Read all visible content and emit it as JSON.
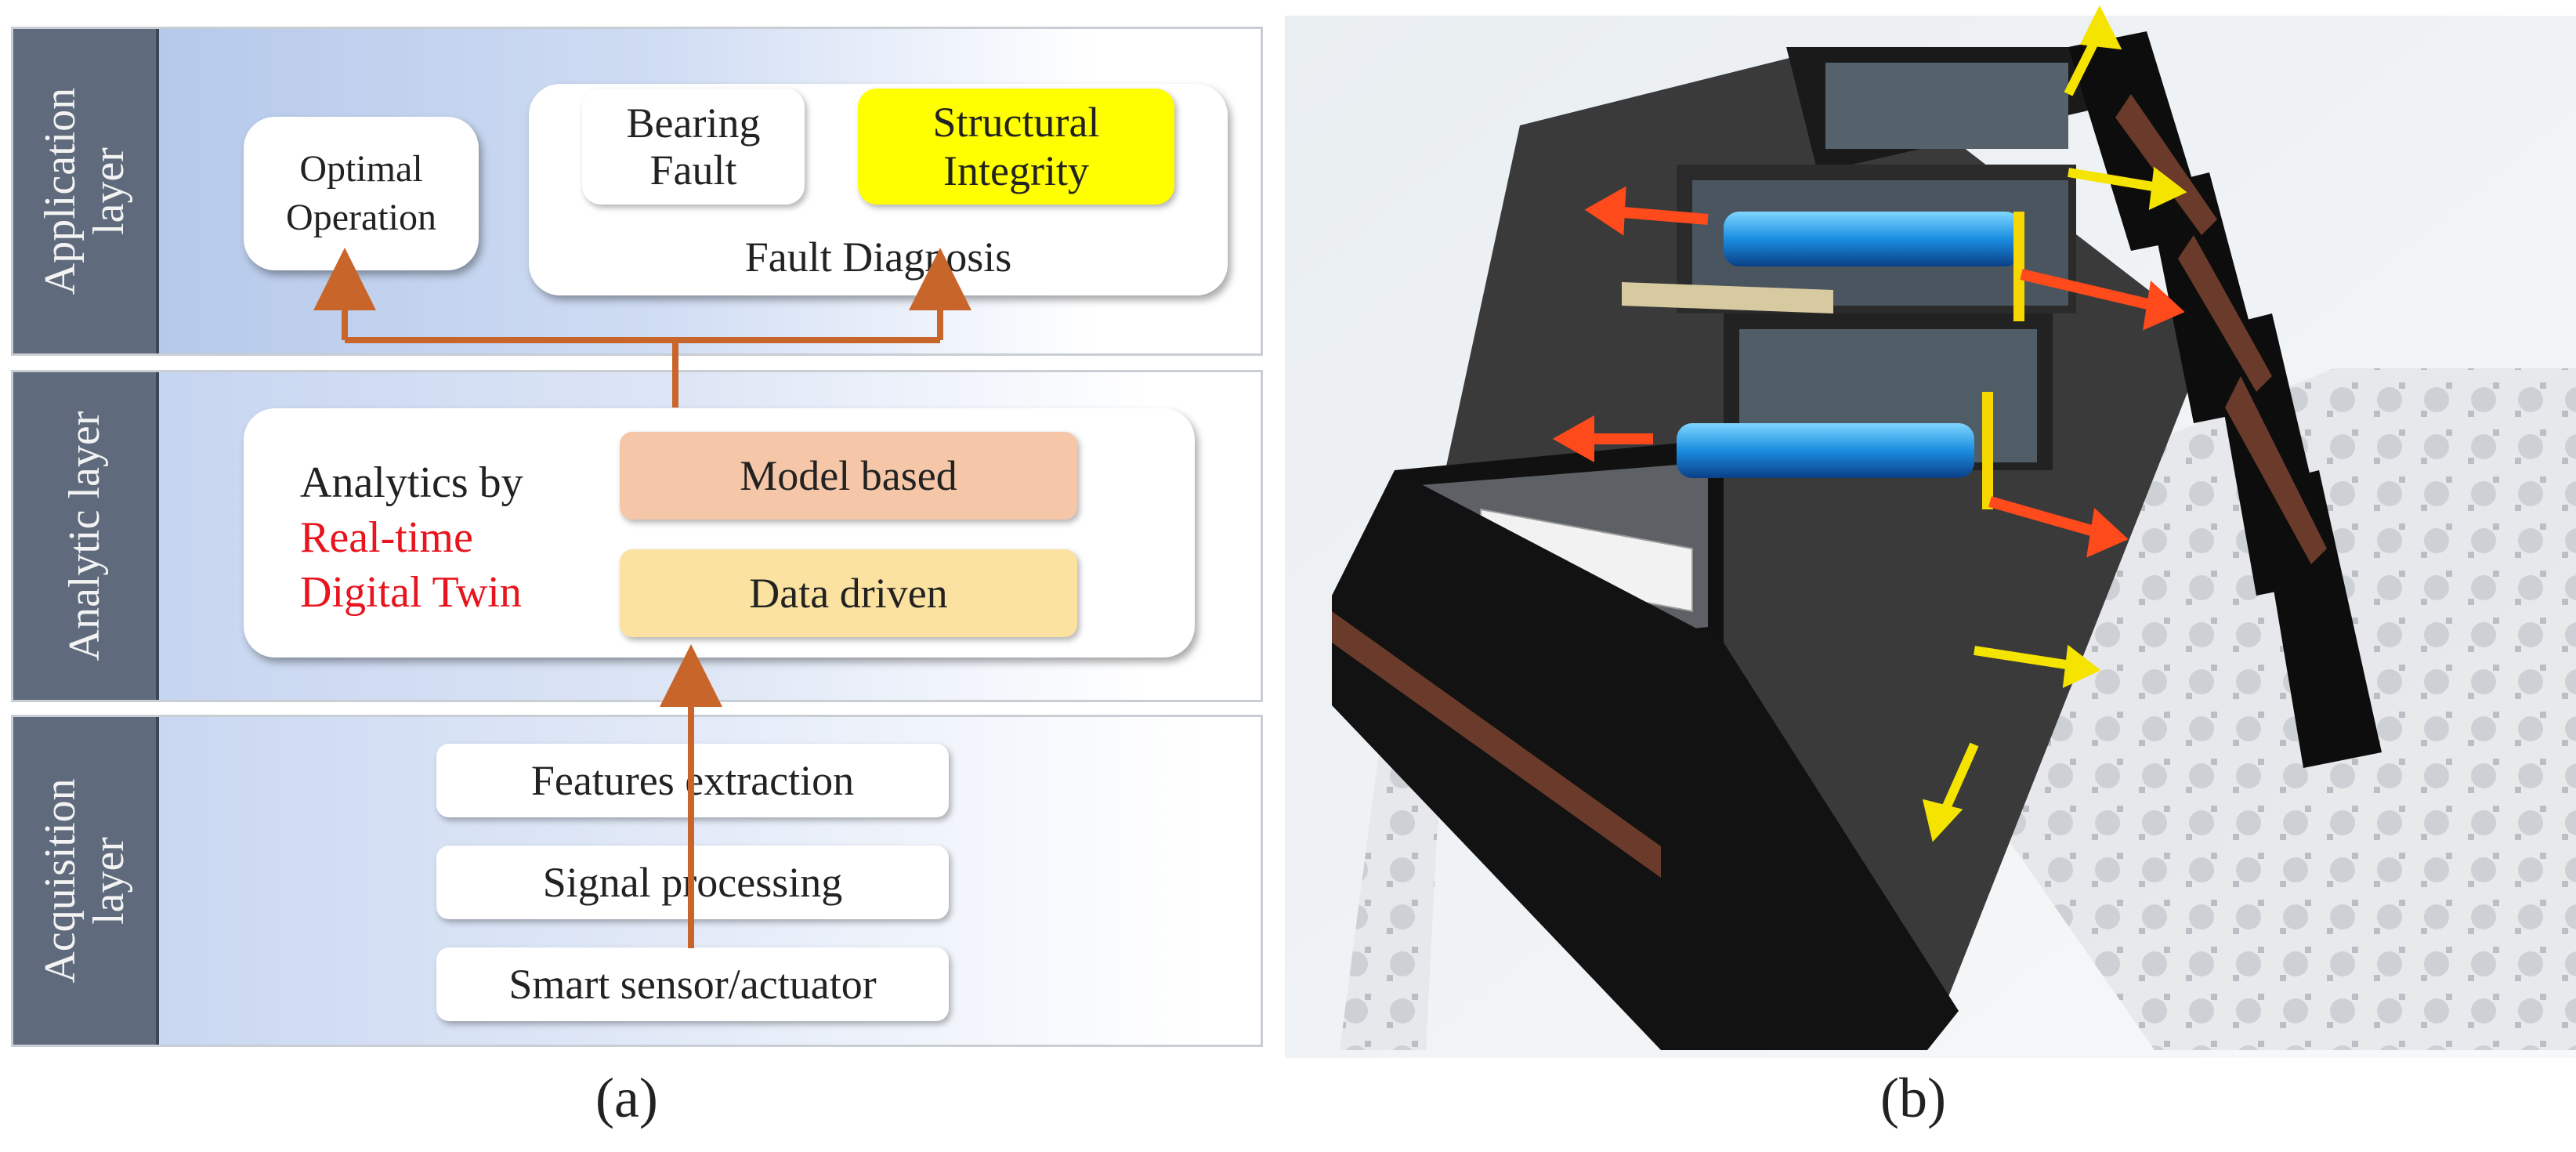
{
  "panel_a": {
    "layers": {
      "application": "Application layer",
      "analytic": "Analytic layer",
      "acquisition": "Acquisition layer"
    },
    "application": {
      "optimal_operation": "Optimal Operation",
      "bearing_fault": "Bearing Fault",
      "structural_integrity": "Structural Integrity",
      "fault_diagnosis": "Fault Diagnosis"
    },
    "analytic": {
      "analytics_by": "Analytics by",
      "real_time": "Real-time",
      "digital_twin": "Digital Twin",
      "model_based": "Model based",
      "data_driven": "Data driven"
    },
    "acquisition": {
      "features_extraction": "Features extraction",
      "signal_processing": "Signal processing",
      "smart_sensor": "Smart sensor/actuator"
    },
    "colors": {
      "layer_label_bg": "#5f6b7c",
      "arrow": "#c8652a",
      "highlight_yellow": "#ffff00",
      "model_based_fill": "#f5c7a8",
      "data_driven_fill": "#fbe2a0",
      "red_text": "#e8141e"
    },
    "caption": "(a)"
  },
  "panel_b": {
    "caption": "(b)"
  }
}
